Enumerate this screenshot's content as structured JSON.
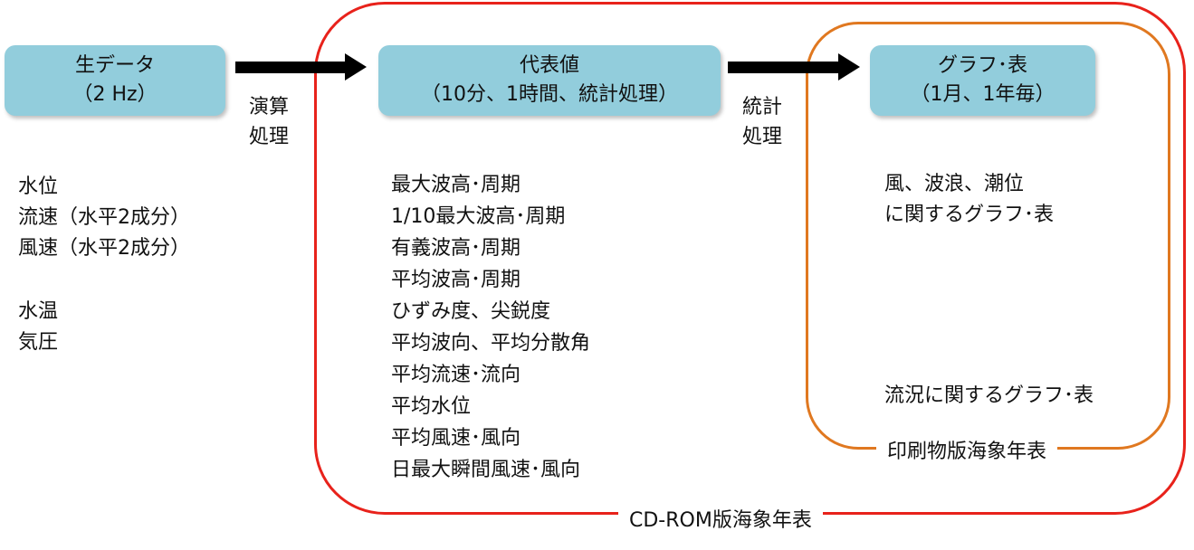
{
  "boxes": {
    "raw": {
      "title": "生データ",
      "sub": "（2 Hz）"
    },
    "rep": {
      "title": "代表値",
      "sub": "（10分、1時間、統計処理）"
    },
    "graph": {
      "title": "グラフ･表",
      "sub": "（1月、1年毎）"
    }
  },
  "process_labels": {
    "first": [
      "演算",
      "処理"
    ],
    "second": [
      "統計",
      "処理"
    ]
  },
  "raw_items": [
    "水位",
    "流速（水平2成分）",
    "風速（水平2成分）",
    "水温",
    "気圧"
  ],
  "rep_items": [
    "最大波高･周期",
    "1/10最大波高･周期",
    "有義波高･周期",
    "平均波高･周期",
    "ひずみ度、尖鋭度",
    "平均波向、平均分散角",
    "平均流速･流向",
    "平均水位",
    "平均風速･風向",
    "日最大瞬間風速･風向"
  ],
  "graph_items": [
    "風、波浪、潮位",
    "に関するグラフ･表"
  ],
  "graph_item_flow": "流況に関するグラフ･表",
  "frames": {
    "cdrom": "CD-ROM版海象年表",
    "print": "印刷物版海象年表"
  },
  "colors": {
    "box_fill": "#92cddc",
    "cdrom_frame": "#e8221b",
    "print_frame": "#e07820",
    "arrow": "#000000"
  }
}
